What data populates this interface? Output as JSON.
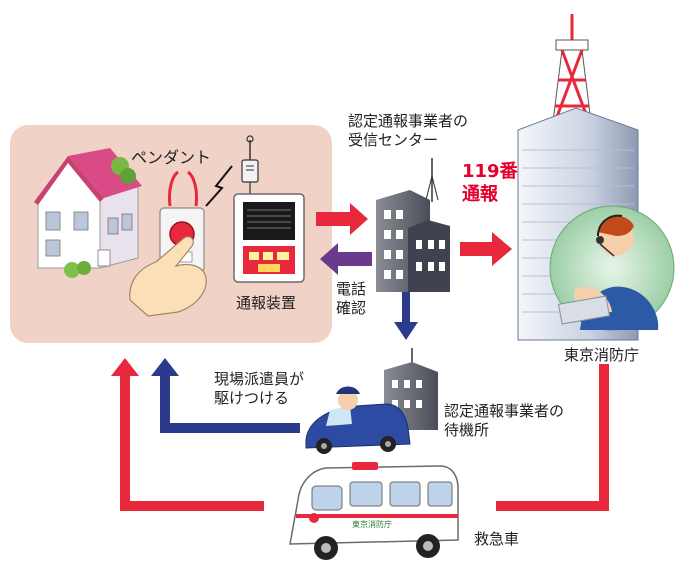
{
  "labels": {
    "pendant": "ペンダント",
    "device": "通報装置",
    "receiving_center_line1": "認定通報事業者の",
    "receiving_center_line2": "受信センター",
    "call_119_line1": "119番",
    "call_119_line2": "通報",
    "phone_confirm_line1": "電話",
    "phone_confirm_line2": "確認",
    "fire_dept": "東京消防庁",
    "staff_line1": "現場派遣員が",
    "staff_line2": "駆けつける",
    "standby_line1": "認定通報事業者の",
    "standby_line2": "待機所",
    "ambulance": "救急車",
    "ambulance_side_text": "東京消防庁"
  },
  "colors": {
    "home_panel": "#f1d2c6",
    "red_arrow": "#e8283c",
    "purple_arrow": "#6a3a8c",
    "navy_arrow": "#2b3a8c",
    "accent_text": "#e6002d"
  }
}
